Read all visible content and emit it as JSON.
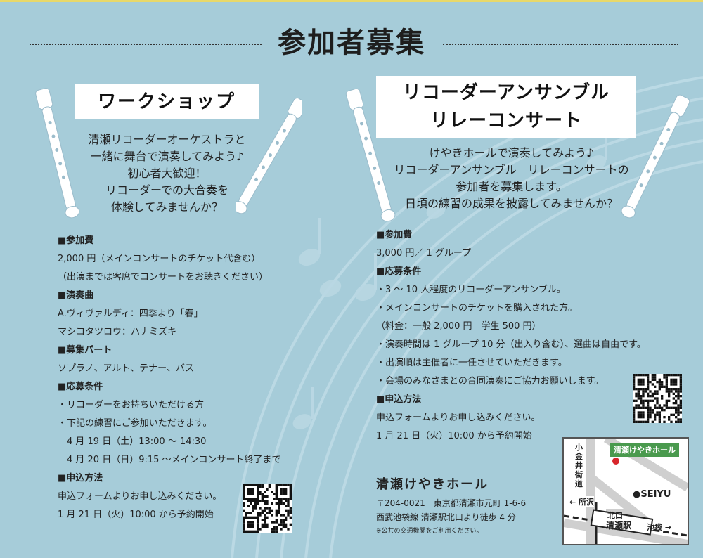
{
  "title": "参加者募集",
  "workshop": {
    "label": "ワークショップ",
    "intro": [
      "清瀬リコーダーオーケストラと",
      "一緒に舞台で演奏してみよう♪",
      "初心者大歓迎！",
      "リコーダーでの大合奏を",
      "体験してみませんか？"
    ],
    "details": [
      {
        "text": "■参加費",
        "head": true
      },
      {
        "text": "2,000 円（メインコンサートのチケット代含む）"
      },
      {
        "text": "（出演までは客席でコンサートをお聴きください）"
      },
      {
        "text": "■演奏曲",
        "head": true
      },
      {
        "text": "A.ヴィヴァルディ：四季より「春」"
      },
      {
        "text": "マシコタツロウ：ハナミズキ"
      },
      {
        "text": "■募集パート",
        "head": true
      },
      {
        "text": "ソプラノ、アルト、テナー、バス"
      },
      {
        "text": "■応募条件",
        "head": true
      },
      {
        "text": "・リコーダーをお持ちいただける方"
      },
      {
        "text": "・下記の練習にご参加いただきます。"
      },
      {
        "text": "　4 月 19 日（土）13:00 ～ 14:30"
      },
      {
        "text": "　4 月 20 日（日）9:15 ～メインコンサート終了まで"
      },
      {
        "text": "■申込方法",
        "head": true
      },
      {
        "text": "申込フォームよりお申し込みください。"
      },
      {
        "text": "1 月 21 日（火）10:00 から予約開始"
      }
    ]
  },
  "ensemble": {
    "label_line1": "リコーダーアンサンブル",
    "label_line2": "リレーコンサート",
    "intro": [
      "けやきホールで演奏してみよう♪",
      "リコーダーアンサンブル　リレーコンサートの",
      "参加者を募集します。",
      "日頃の練習の成果を披露してみませんか？"
    ],
    "details": [
      {
        "text": "■参加費",
        "head": true
      },
      {
        "text": "3,000 円／ 1 グループ"
      },
      {
        "text": "■応募条件",
        "head": true
      },
      {
        "text": "・3 ～ 10 人程度のリコーダーアンサンブル。"
      },
      {
        "text": "・メインコンサートのチケットを購入された方。"
      },
      {
        "text": "（料金：一般 2,000 円　学生 500 円）"
      },
      {
        "text": "・演奏時間は 1 グループ 10 分（出入り含む）、選曲は自由です。"
      },
      {
        "text": "・出演順は主催者に一任させていただきます。"
      },
      {
        "text": "・会場のみなさまとの合同演奏にご協力お願いします。"
      },
      {
        "text": "■申込方法",
        "head": true
      },
      {
        "text": "申込フォームよりお申し込みください。"
      },
      {
        "text": "1 月 21 日（火）10:00 から予約開始"
      }
    ]
  },
  "venue": {
    "name": "清瀬けやきホール",
    "address": "〒204-0021　東京都清瀬市元町 1-6-6",
    "access": "西武池袋線 清瀬駅北口より徒歩 4 分",
    "note": "※公共の交通機関をご利用ください。"
  },
  "map": {
    "hall": "清瀬けやきホール",
    "street": "小金井街道",
    "store": "●SEIYU",
    "tokorozawa": "← 所沢",
    "exit": "北口",
    "station": "清瀬駅",
    "ikebukuro": "池袋 →"
  },
  "colors": {
    "background": "#a6ccd9",
    "map_badge": "#4a9a4e",
    "map_pin": "#d8262b"
  }
}
